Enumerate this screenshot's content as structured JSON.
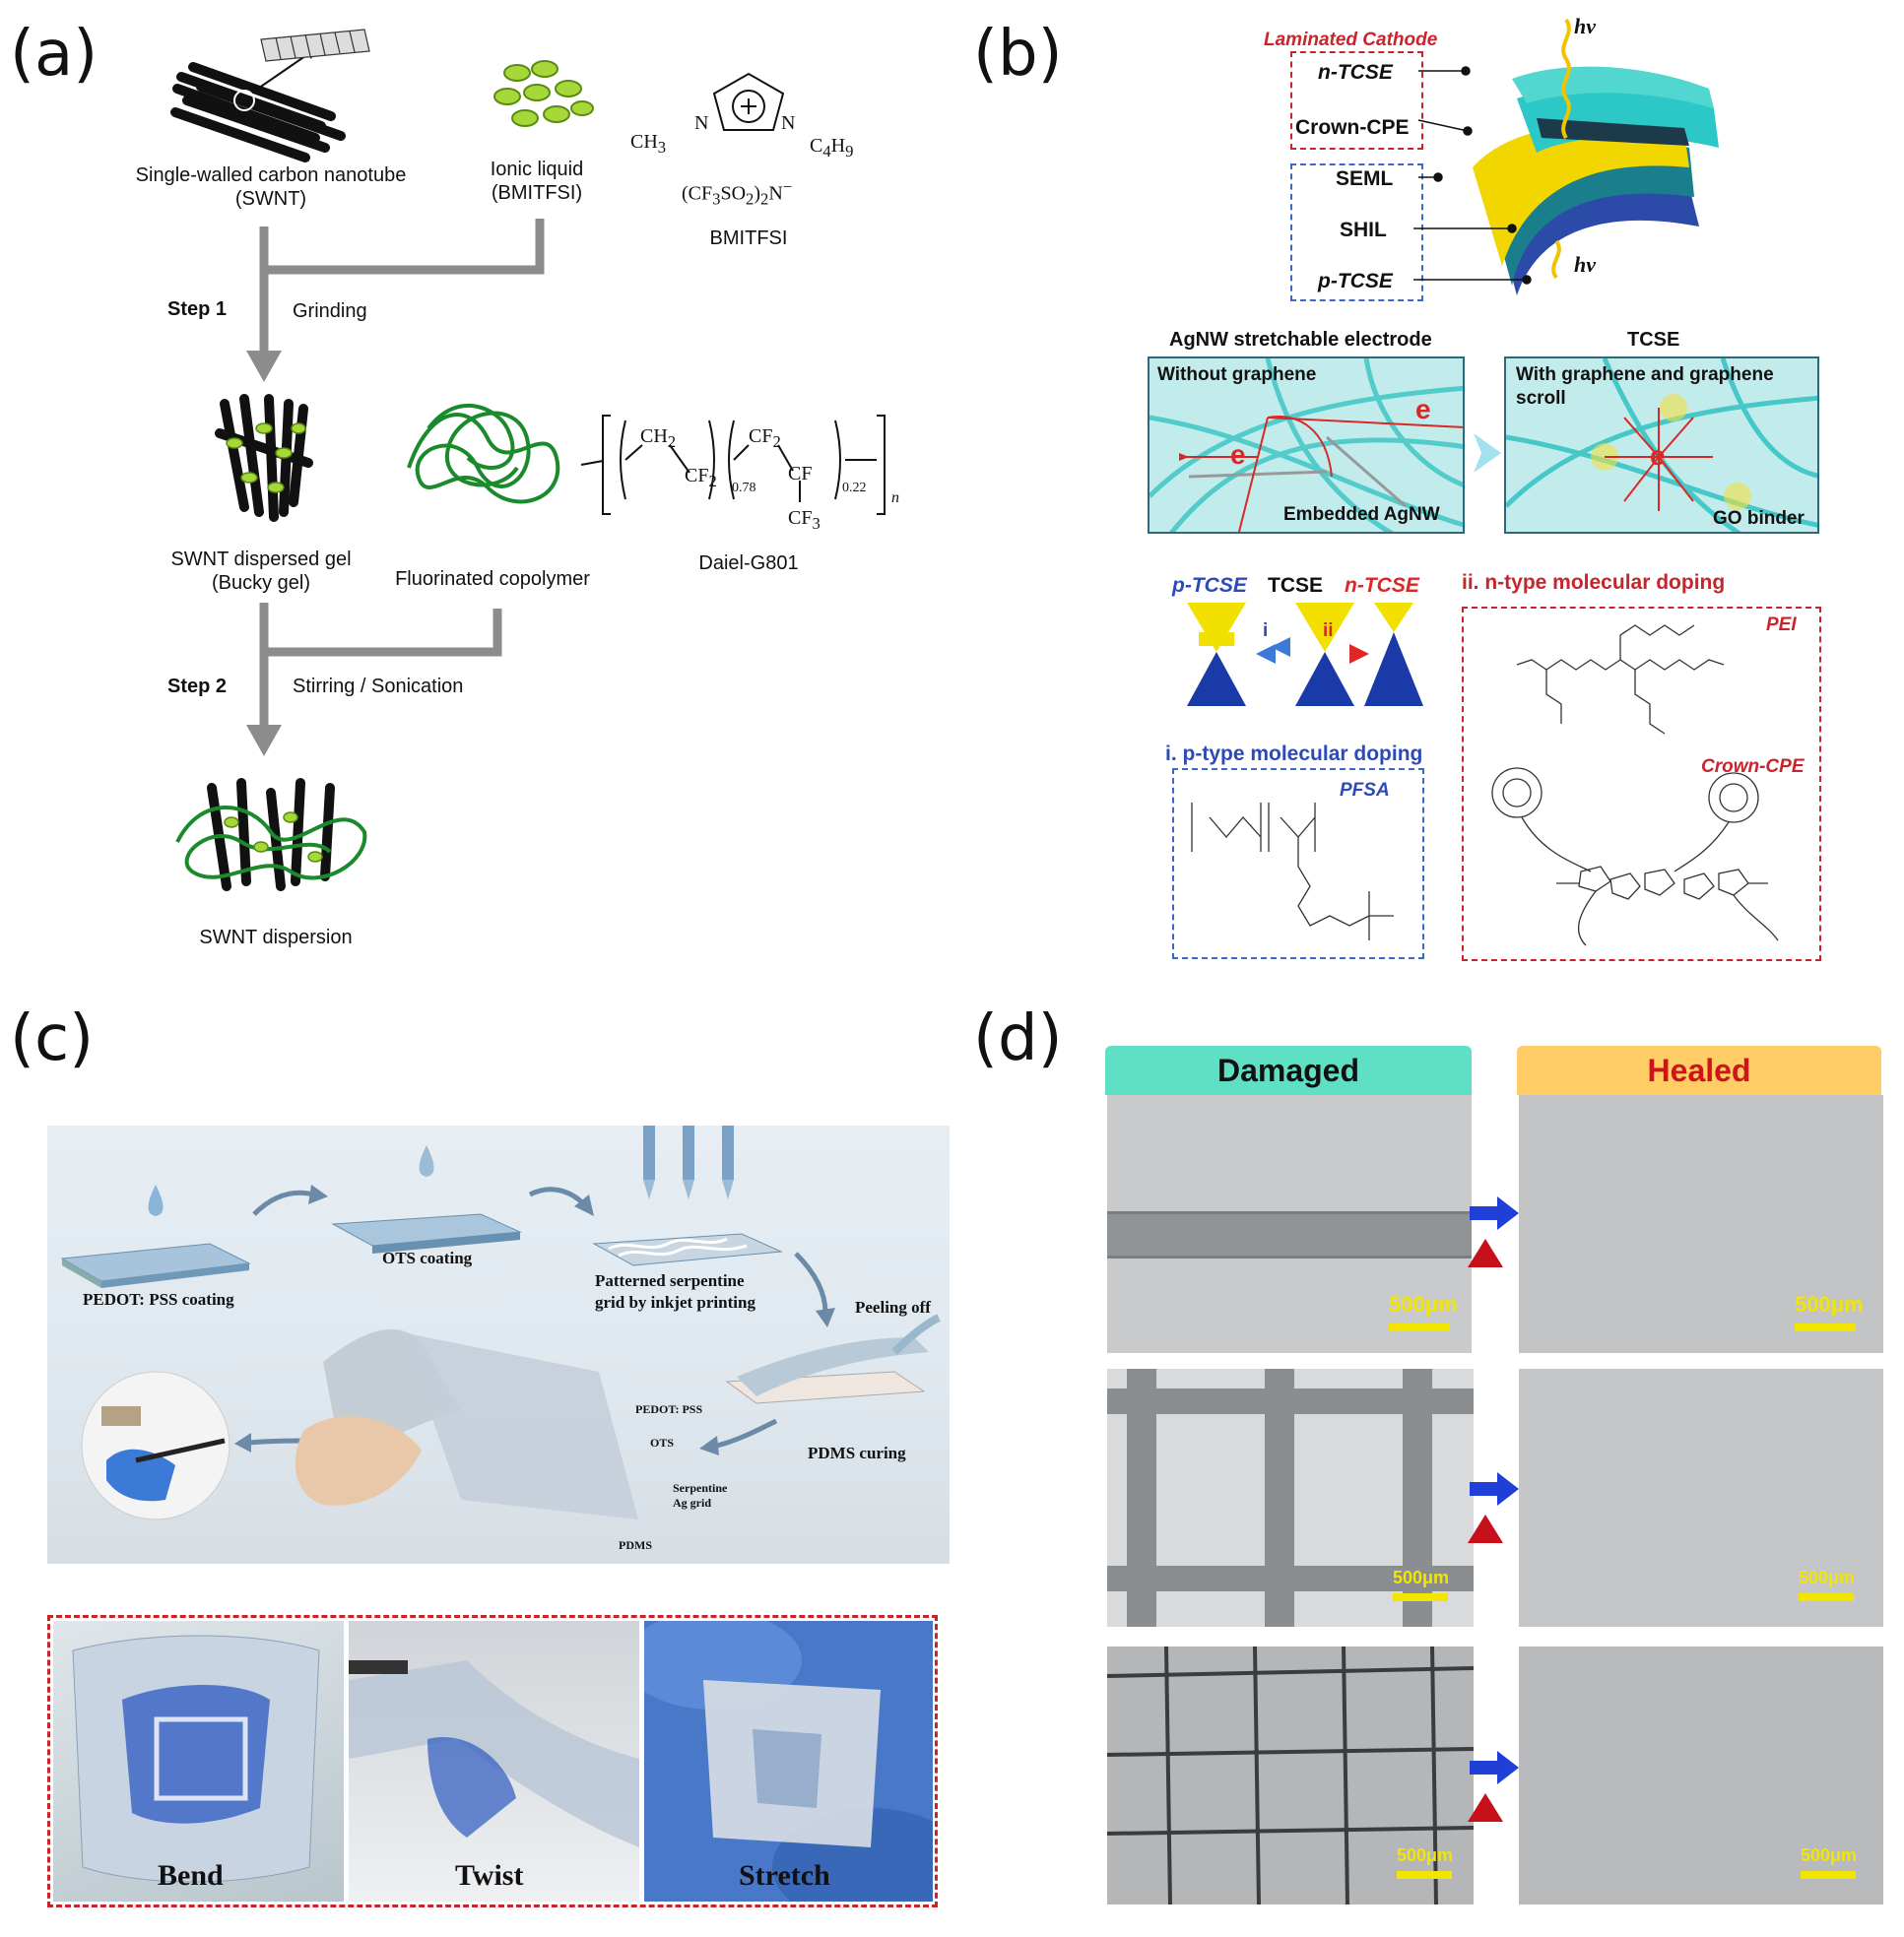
{
  "panel_labels": {
    "a": "(a)",
    "b": "(b)",
    "c": "(c)",
    "d": "(d)"
  },
  "a": {
    "swnt_label_1": "Single-walled carbon nanotube",
    "swnt_label_2": "(SWNT)",
    "il_label_1": "Ionic liquid",
    "il_label_2": "(BMITFSI)",
    "struct_ch3": "CH",
    "struct_c4h9": "C",
    "struct_anion": "(CF",
    "bmitfsi": "BMITFSI",
    "step1": "Step 1",
    "grinding": "Grinding",
    "bucky_1": "SWNT dispersed gel",
    "bucky_2": "(Bucky gel)",
    "fluoro": "Fluorinated copolymer",
    "daiel": "Daiel-G801",
    "step2": "Step 2",
    "stirring": "Stirring / Sonication",
    "dispersion": "SWNT dispersion",
    "poly_ch2": "CH",
    "poly_cf2a": "CF",
    "poly_078": "0.78",
    "poly_cf2b": "CF",
    "poly_cf": "CF",
    "poly_022": "0.22",
    "poly_cf3": "CF",
    "poly_n": "n"
  },
  "b": {
    "laminated": "Laminated Cathode",
    "ntcse": "n-TCSE",
    "crowncpe": "Crown-CPE",
    "seml": "SEML",
    "shil": "SHIL",
    "ptcse": "p-TCSE",
    "hv1": "hν",
    "hv2": "hν",
    "agnw_title": "AgNW stretchable electrode",
    "tcse_title": "TCSE",
    "without": "Without  graphene",
    "with": "With graphene and graphene scroll",
    "embedded": "Embedded AgNW",
    "gobinder": "GO binder",
    "e1": "e",
    "e2": "e",
    "e3": "e",
    "cone_p": "p-TCSE",
    "cone_t": "TCSE",
    "cone_n": "n-TCSE",
    "i": "i",
    "ii": "ii",
    "ntype_title": "ii. n-type molecular doping",
    "ptype_title": "i. p-type molecular doping",
    "pei": "PEI",
    "pfsa": "PFSA",
    "crown_label": "Crown-CPE"
  },
  "c": {
    "pedot_coating": "PEDOT: PSS coating",
    "ots_coating": "OTS coating",
    "patterned_1": "Patterned serpentine",
    "patterned_2": "grid by inkjet printing",
    "peeling": "Peeling off",
    "pdms_curing": "PDMS curing",
    "layer_pedot": "PEDOT: PSS",
    "layer_ots": "OTS",
    "layer_serp_1": "Serpentine",
    "layer_serp_2": "Ag grid",
    "layer_pdms": "PDMS",
    "bend": "Bend",
    "twist": "Twist",
    "stretch": "Stretch"
  },
  "d": {
    "damaged": "Damaged",
    "healed": "Healed",
    "scale": "500μm",
    "colors": {
      "damaged_header": "#5fe0c4",
      "healed_header": "#ffcc66",
      "healed_text": "#d0121b",
      "arrow_blue": "#1f3fd6",
      "triangle_red": "#c8101a"
    }
  }
}
